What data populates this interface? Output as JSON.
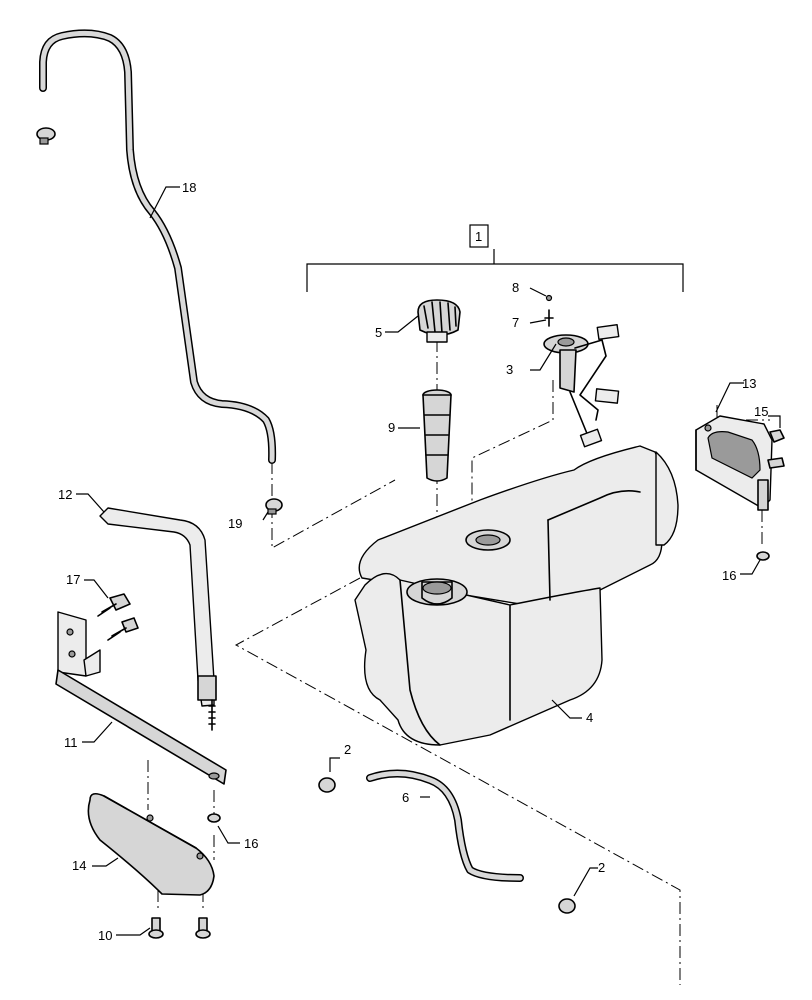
{
  "callouts": {
    "c1": "1",
    "c2a": "2",
    "c2b": "2",
    "c3": "3",
    "c4": "4",
    "c5": "5",
    "c6": "6",
    "c7": "7",
    "c8": "8",
    "c9": "9",
    "c10": "10",
    "c11": "11",
    "c12": "12",
    "c13": "13",
    "c14": "14",
    "c15": "15",
    "c16a": "16",
    "c16b": "16",
    "c17": "17",
    "c18": "18",
    "c19": "19"
  }
}
